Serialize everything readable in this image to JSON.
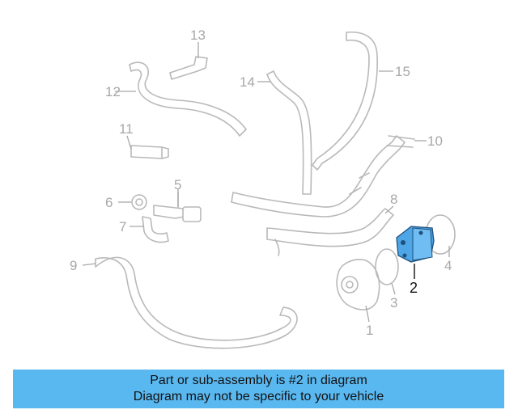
{
  "diagram": {
    "callouts": [
      "1",
      "2",
      "3",
      "4",
      "5",
      "6",
      "7",
      "8",
      "9",
      "10",
      "11",
      "12",
      "13",
      "14",
      "15"
    ],
    "highlighted_part": "2",
    "highlight_color": "#4ea6e6"
  },
  "banner": {
    "line1": "Part or sub-assembly is #2 in diagram",
    "line2": "Diagram may not be specific to your vehicle",
    "background_color": "#5ab8f1"
  }
}
